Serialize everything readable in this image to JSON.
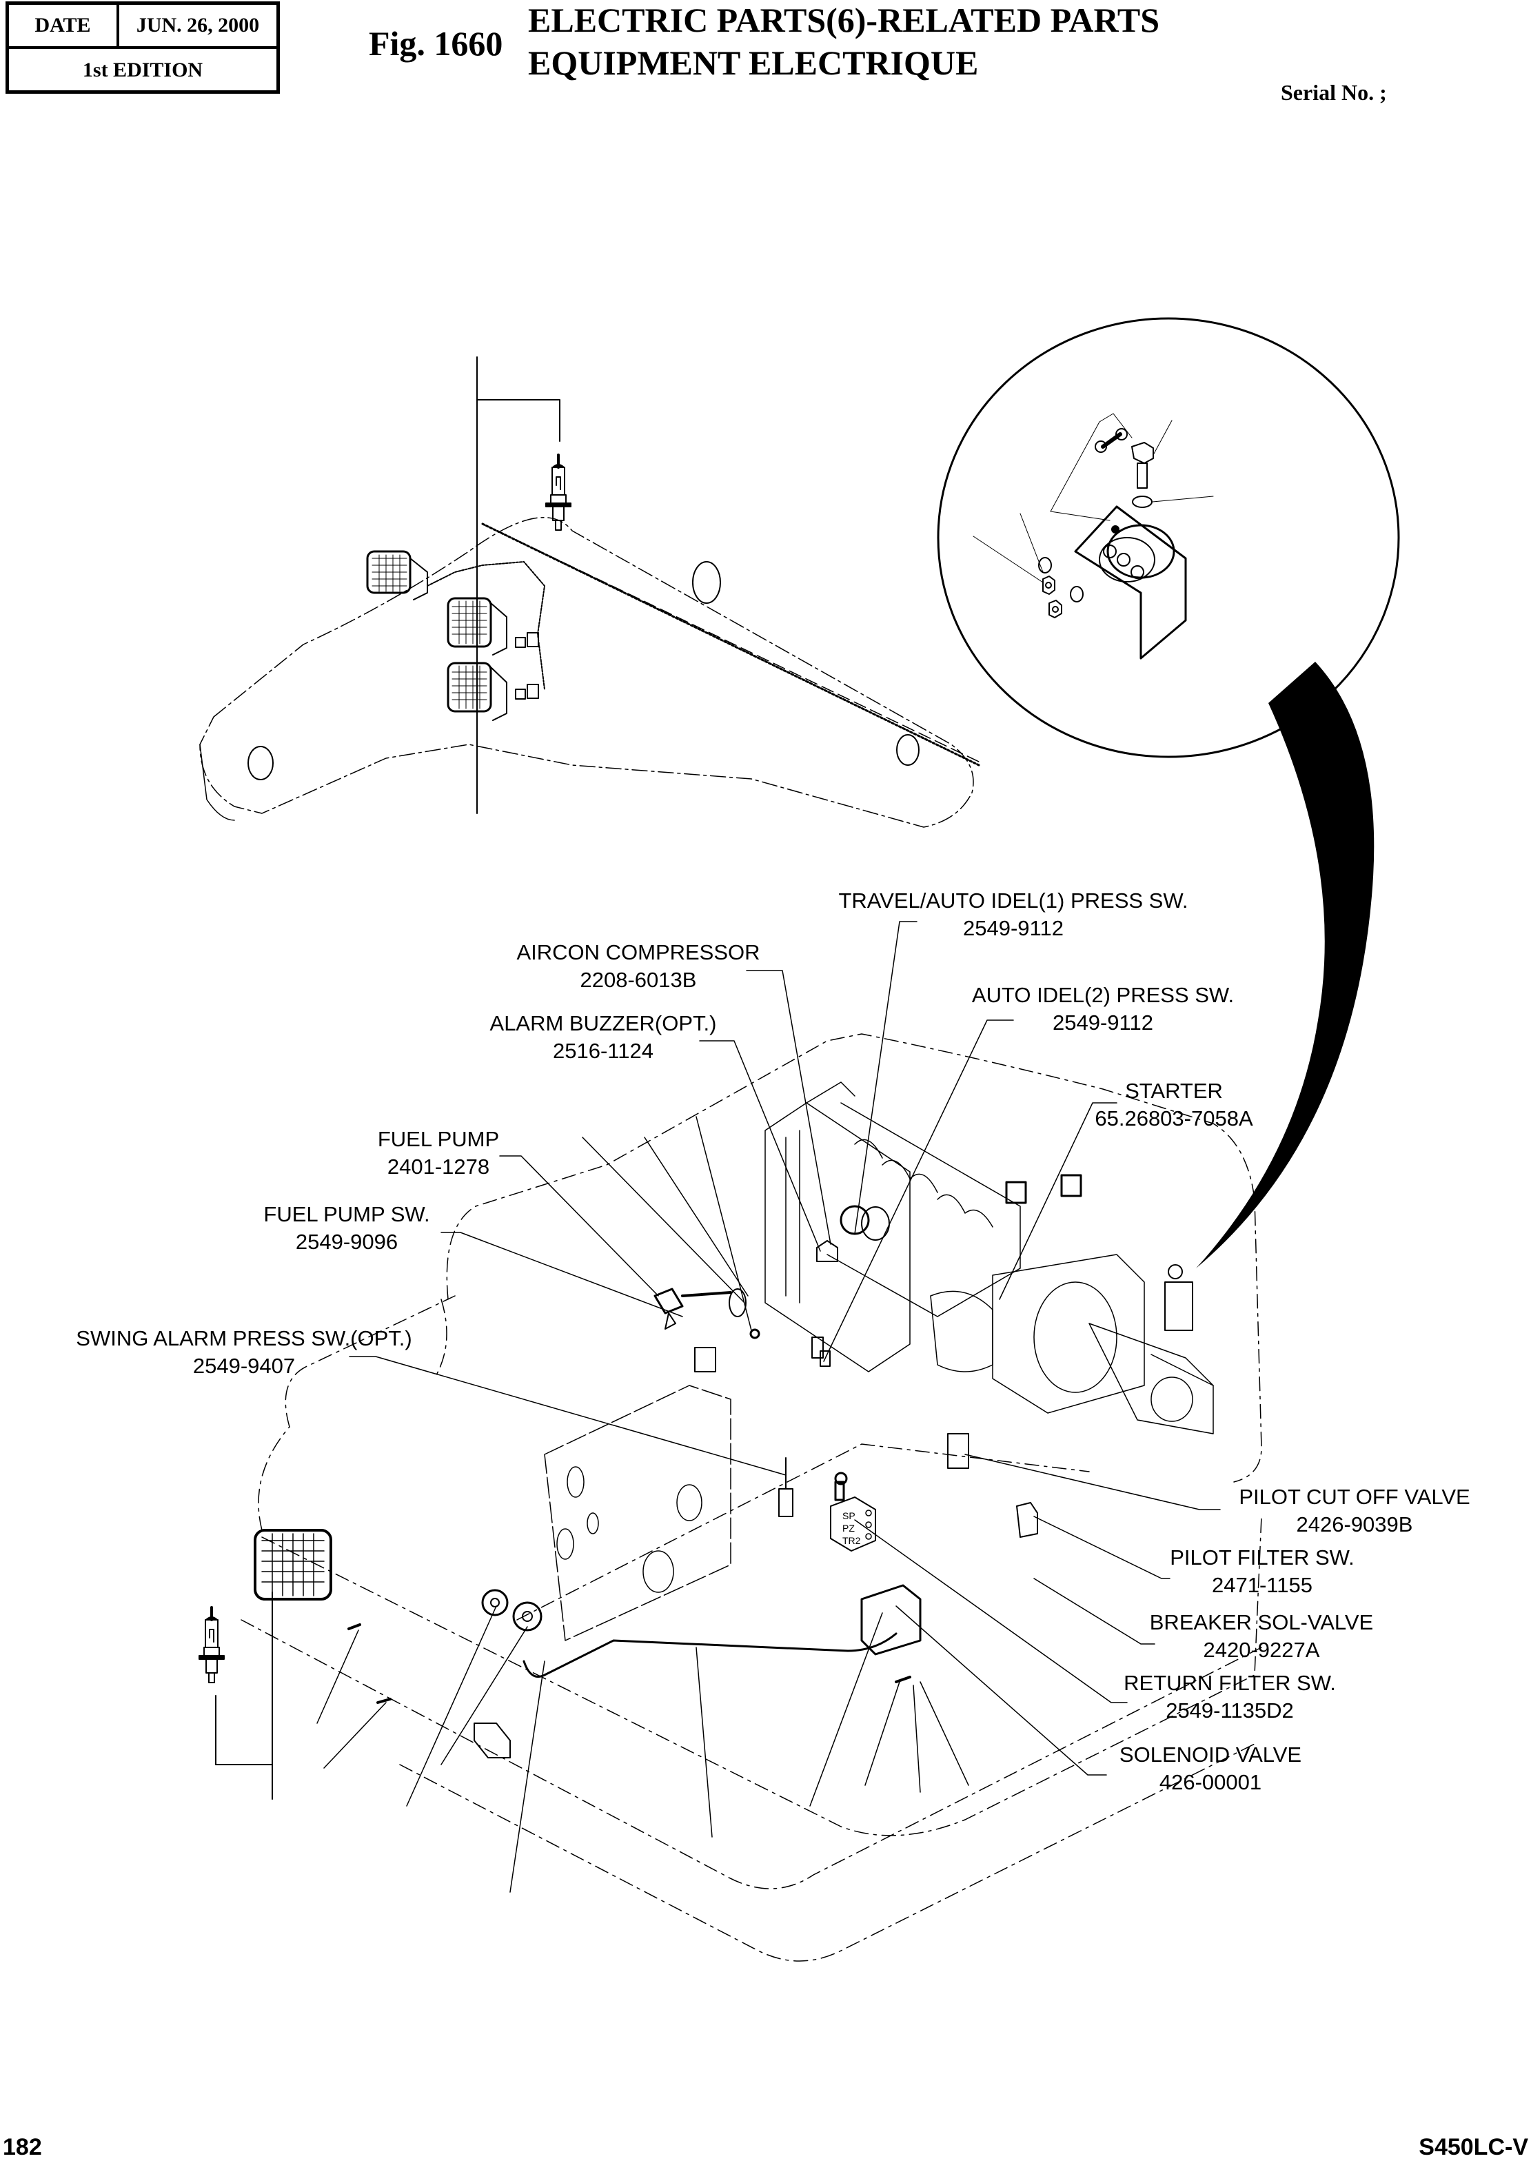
{
  "header": {
    "date_label": "DATE",
    "date_value": "JUN. 26, 2000",
    "edition": "1st EDITION",
    "fig_number": "Fig. 1660",
    "title_en": "ELECTRIC PARTS(6)-RELATED PARTS",
    "title_fr": "EQUIPMENT ELECTRIQUE",
    "serial": "Serial No. ;"
  },
  "callouts": [
    {
      "id": "travel-auto-idel-1-press-sw",
      "name": "TRAVEL/AUTO IDEL(1) PRESS SW.",
      "part_no": "2549-9112"
    },
    {
      "id": "aircon-compressor",
      "name": "AIRCON COMPRESSOR",
      "part_no": "2208-6013B"
    },
    {
      "id": "auto-idel-2-press-sw",
      "name": "AUTO IDEL(2) PRESS SW.",
      "part_no": "2549-9112"
    },
    {
      "id": "alarm-buzzer",
      "name": "ALARM BUZZER(OPT.)",
      "part_no": "2516-1124"
    },
    {
      "id": "starter",
      "name": "STARTER",
      "part_no": "65.26803-7058A"
    },
    {
      "id": "fuel-pump",
      "name": "FUEL PUMP",
      "part_no": "2401-1278"
    },
    {
      "id": "fuel-pump-sw",
      "name": "FUEL PUMP SW.",
      "part_no": "2549-9096"
    },
    {
      "id": "swing-alarm-press-sw",
      "name": "SWING ALARM PRESS SW.(OPT.)",
      "part_no": "2549-9407"
    },
    {
      "id": "pilot-cut-off-valve",
      "name": "PILOT CUT OFF VALVE",
      "part_no": "2426-9039B"
    },
    {
      "id": "pilot-filter-sw",
      "name": "PILOT FILTER SW.",
      "part_no": "2471-1155"
    },
    {
      "id": "breaker-sol-valve",
      "name": "BREAKER SOL-VALVE",
      "part_no": "2420-9227A"
    },
    {
      "id": "return-filter-sw",
      "name": "RETURN FILTER SW.",
      "part_no": "2549-1135D2"
    },
    {
      "id": "solenoid-valve",
      "name": "SOLENOID VALVE",
      "part_no": "426-00001"
    }
  ],
  "solenoid_block_tags": [
    "SP",
    "PZ",
    "TR2"
  ],
  "footer": {
    "page_number": "182",
    "model": "S450LC-V"
  }
}
